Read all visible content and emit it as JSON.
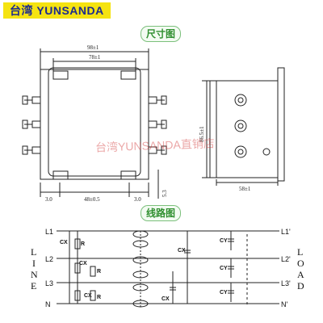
{
  "brand": {
    "text": "台湾 YUNSANDA"
  },
  "dimensions_section": {
    "tag": "尺寸图",
    "front": {
      "overall_width": "98±1",
      "inner_width": "78±1",
      "hole_left": "3.0",
      "hole_pitch": "48±0.5",
      "hole_right": "3.0",
      "flange": "5.3"
    },
    "side": {
      "height": "86.5±1",
      "depth": "58±1"
    }
  },
  "watermark": {
    "text": "台湾YUNSANDA直销店"
  },
  "circuit_section": {
    "tag": "线路图",
    "lines_left": [
      "L1",
      "L2",
      "L3",
      "N"
    ],
    "lines_right": [
      "L1'",
      "L2'",
      "L3'",
      "N'"
    ],
    "side_left": [
      "L",
      "I",
      "N",
      "E"
    ],
    "side_right": [
      "L",
      "O",
      "A",
      "D"
    ],
    "components": {
      "cx": "CX",
      "r": "R",
      "cy": "CY"
    }
  },
  "colors": {
    "banner_bg": "#f5e311",
    "banner_text": "#1d2b8f",
    "tag_green": "#2f8f2f",
    "watermark": "#d23c3c"
  }
}
